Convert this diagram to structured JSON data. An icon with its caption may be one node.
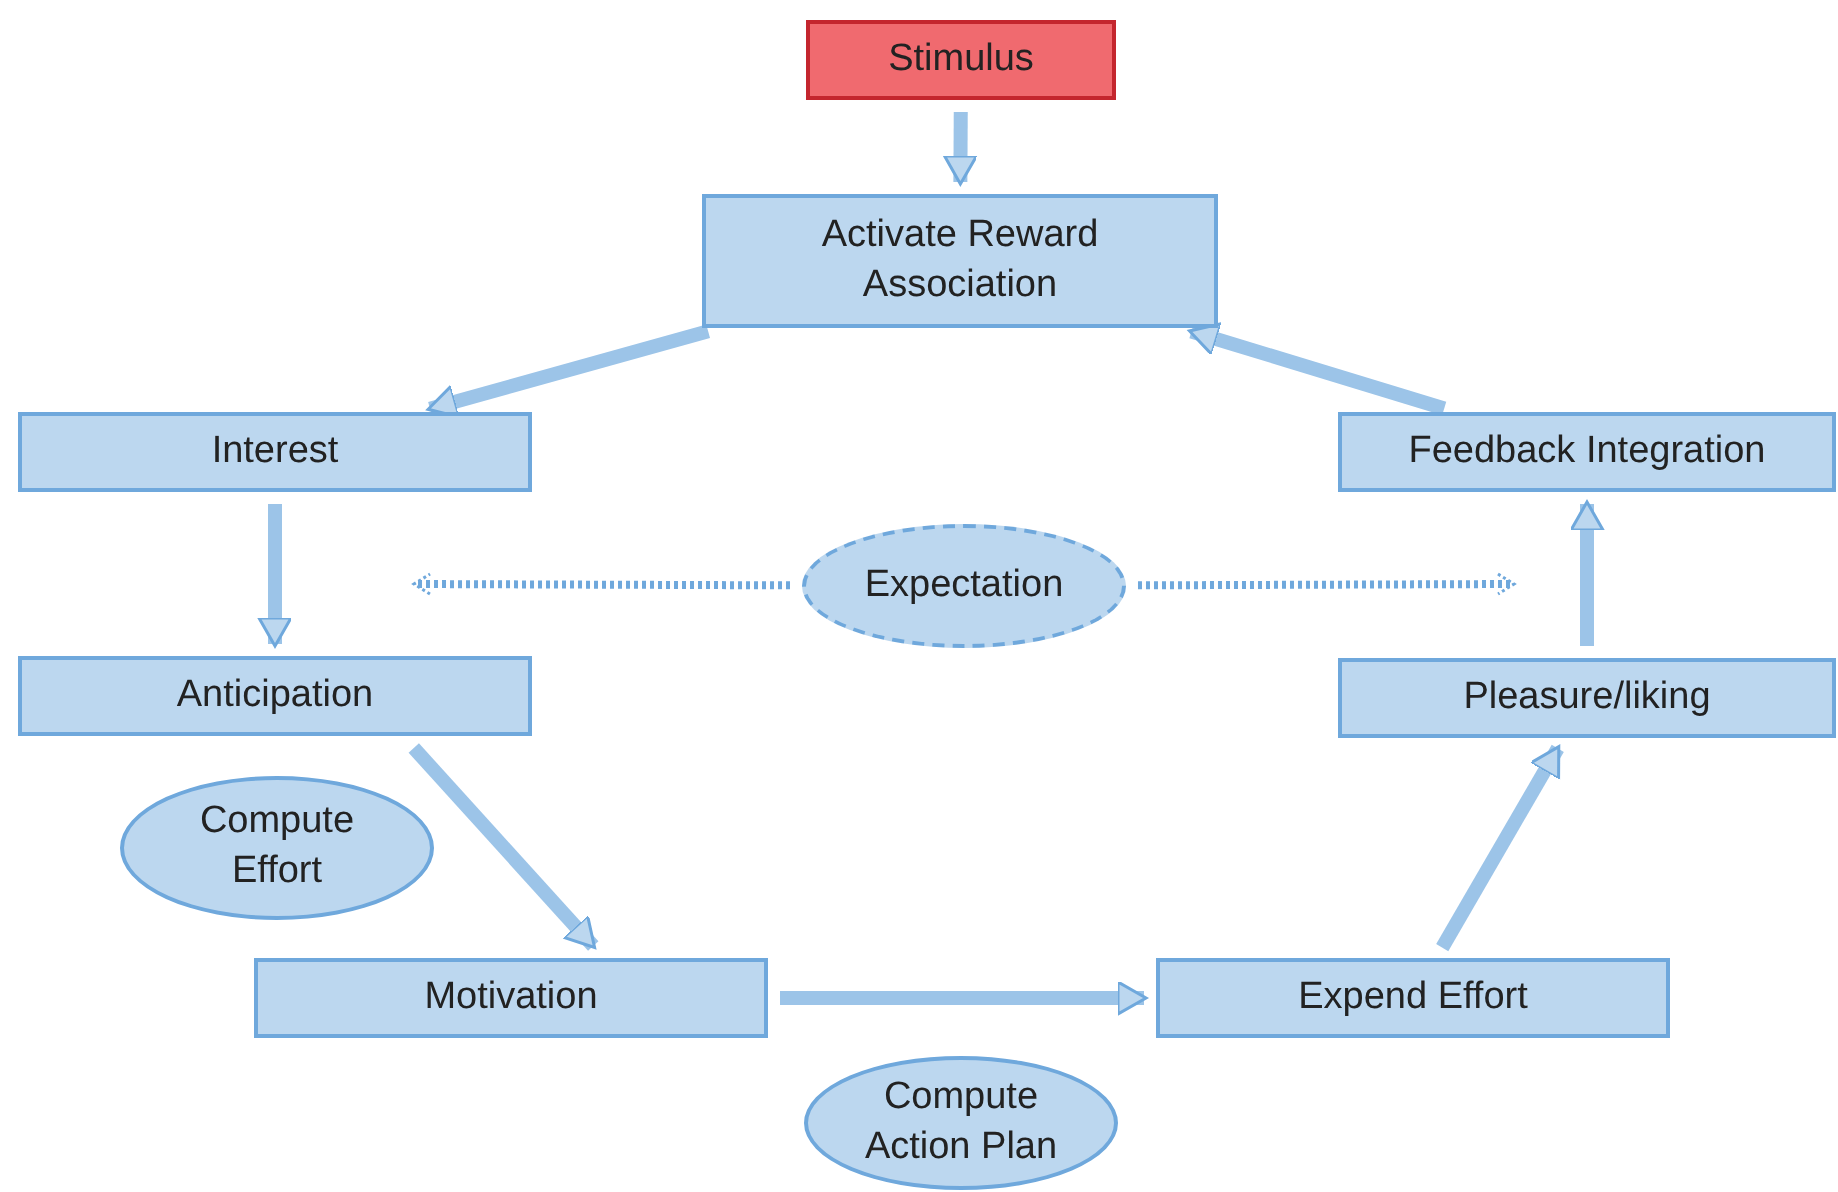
{
  "diagram": {
    "nodes": [
      {
        "text": [
          "Stimulus"
        ]
      },
      {
        "text": [
          "Activate Reward Association"
        ]
      },
      {
        "text": [
          "Interest"
        ]
      },
      {
        "text": [
          "Anticipation"
        ]
      },
      {
        "text": [
          "Compute Effort"
        ]
      },
      {
        "text": [
          "Motivation"
        ]
      },
      {
        "text": [
          "Compute Action Plan"
        ]
      },
      {
        "text": [
          "Expend Effort"
        ]
      },
      {
        "text": [
          "Pleasure/liking"
        ]
      },
      {
        "text": [
          "Feedback Integration"
        ]
      },
      {
        "text": [
          "Expectation"
        ]
      }
    ],
    "edges": [
      {
        "from": 0,
        "to": 1,
        "arrow": "to"
      },
      {
        "from": 1,
        "to": 2,
        "arrow": "to"
      },
      {
        "from": 2,
        "to": 3,
        "arrow": "to"
      },
      {
        "from": 3,
        "to": 5,
        "arrow": "to"
      },
      {
        "from": 5,
        "to": 7,
        "arrow": "to"
      },
      {
        "from": 7,
        "to": 8,
        "arrow": "to"
      },
      {
        "from": 8,
        "to": 9,
        "arrow": "to"
      },
      {
        "from": 9,
        "to": 1,
        "arrow": "to"
      },
      {
        "from": 10,
        "to": null,
        "arrow": "to",
        "style": "dashed"
      },
      {
        "from": 10,
        "to": null,
        "arrow": "to",
        "style": "dashed"
      }
    ]
  }
}
